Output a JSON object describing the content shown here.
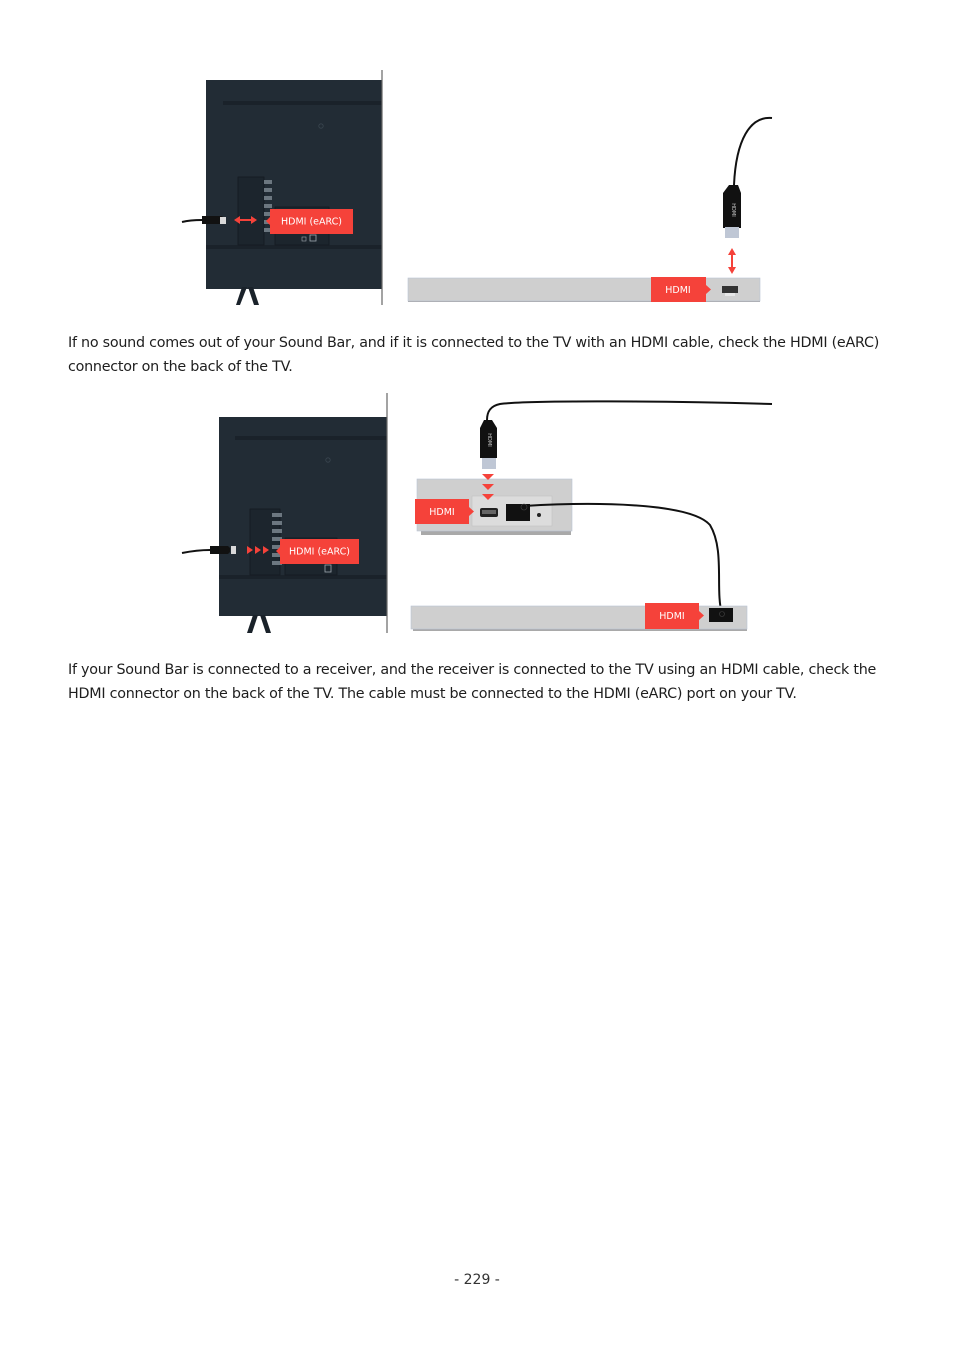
{
  "colors": {
    "tv_panel": "#222c35",
    "tv_panel_dark": "#1a222a",
    "accent_red": "#f5423a",
    "soundbar_gray": "#cfcfcf",
    "soundbar_shadow": "#a9a9a9",
    "cable_black": "#111111"
  },
  "figure1": {
    "tv_port_label": "HDMI (eARC)",
    "soundbar_port_label": "HDMI",
    "cable_plug_label": "HDMI",
    "arrow_type": "double-arrow"
  },
  "paragraph1": "If no sound comes out of your Sound Bar, and if it is connected to the TV with an HDMI cable, check the HDMI (eARC) connector on the back of the TV.",
  "figure2": {
    "tv_port_label": "HDMI (eARC)",
    "receiver_port_label": "HDMI",
    "soundbar_port_label": "HDMI",
    "cable_plug_label": "HDMI",
    "arrow_type": "triple-chevron"
  },
  "paragraph2": "If your Sound Bar is connected to a receiver, and the receiver is connected to the TV using an HDMI cable, check the HDMI connector on the back of the TV. The cable must be connected to the HDMI (eARC) port on your TV.",
  "footer": {
    "page_number": "- 229 -"
  }
}
